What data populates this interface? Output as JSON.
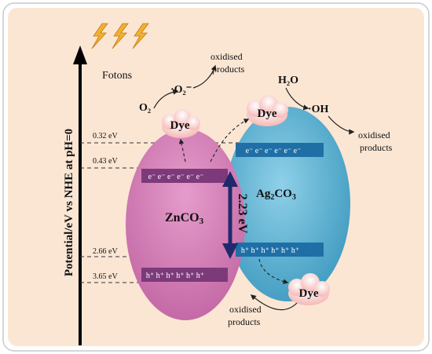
{
  "axis_label": "Potential/eV vs NHE at pH=0",
  "light_label": "Fotons",
  "levels": [
    {
      "value": 0.32,
      "label": "0.32 eV"
    },
    {
      "value": 0.43,
      "label": "0.43 eV"
    },
    {
      "value": 2.66,
      "label": "2.66 eV"
    },
    {
      "value": 3.65,
      "label": "3.65 eV"
    }
  ],
  "semiconductors": {
    "left": {
      "name": "ZnCO3",
      "name_main": "ZnCO",
      "name_sub": "3",
      "color": "#c76ba6",
      "cb_value": 0.43,
      "vb_value": 3.65
    },
    "right": {
      "name": "Ag2CO3",
      "name_a": "Ag",
      "name_b": "2",
      "name_c": "CO",
      "name_d": "3",
      "color": "#4fa5c6",
      "cb_value": 0.32,
      "vb_value": 2.66
    }
  },
  "bands": {
    "electrons": "e⁻ e⁻ e⁻ e⁻ e⁻ e⁻",
    "holes": "h⁺ h⁺ h⁺ h⁺ h⁺ h⁺"
  },
  "band_gap": "2.23 eV",
  "dye_label": "Dye",
  "species": {
    "o2": "O₂",
    "superoxide": "·O₂⁻",
    "water": "H₂O",
    "hydroxyl": "·OH"
  },
  "products_line1": "oxidised",
  "products_line2": "products",
  "colors": {
    "background": "#fbe6d4",
    "band_left": "#7d3a7a",
    "band_right": "#1f6fa6",
    "arrow": "#1f2a6b",
    "lightning": "#f0a020"
  }
}
